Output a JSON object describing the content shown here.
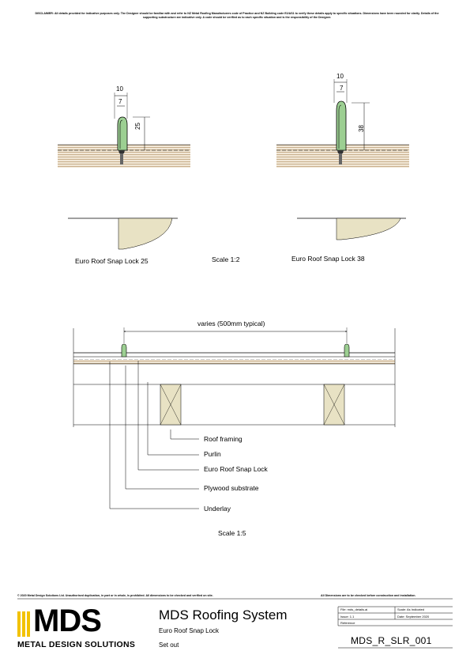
{
  "disclaimer": "DISCLAIMER: All details provided for indicative purposes only. The Designer should be familiar with and refer to NZ Metal Roofing Manufacturers code of Practice and NZ Building code E2/AS1 to verify these details apply to specific situations. Dimensions have been rounded for clarity. Details of the supporting substructure are indicative only. A code should be verified as to each specific situation and is the responsibility of the Designer.",
  "profiles": {
    "left": {
      "caption": "Euro Roof Snap Lock 25",
      "dim_width": "10",
      "dim_inner": "7",
      "dim_height": "25"
    },
    "right": {
      "caption": "Euro Roof Snap Lock 38",
      "dim_width": "10",
      "dim_inner": "7",
      "dim_height": "38"
    },
    "scale": "Scale 1:2"
  },
  "section": {
    "spacing": "varies (500mm typical)",
    "labels": [
      "Roof framing",
      "Purlin",
      "Euro Roof Snap Lock",
      "Plywood substrate",
      "Underlay"
    ],
    "scale": "Scale 1:5"
  },
  "footer": {
    "copyright": "© 2020 Metal Design Solutions Ltd. Unauthorised duplication, in part or in whole, is prohibited. All dimensions to be checked and verified on site.",
    "verify_note": "All Dimensions are to be checked before construction and installation.",
    "logo_text": "MDS",
    "brand": "METAL DESIGN SOLUTIONS",
    "system_title": "MDS Roofing System",
    "subtitle": "Euro Roof Snap Lock",
    "sheet_title": "Set out",
    "file_name": "File: mds_details.ai",
    "scale": "Scale: As Indicated",
    "issue": "Issue: 1.1",
    "date": "Date: September 2020",
    "reference": "Reference",
    "drawing_number": "MDS_R_SLR_001"
  },
  "colors": {
    "timber": "#e8e2c4",
    "stripe": "#c9b08e",
    "seam": "#9ccf92",
    "logo_bars": "#f2c200"
  }
}
